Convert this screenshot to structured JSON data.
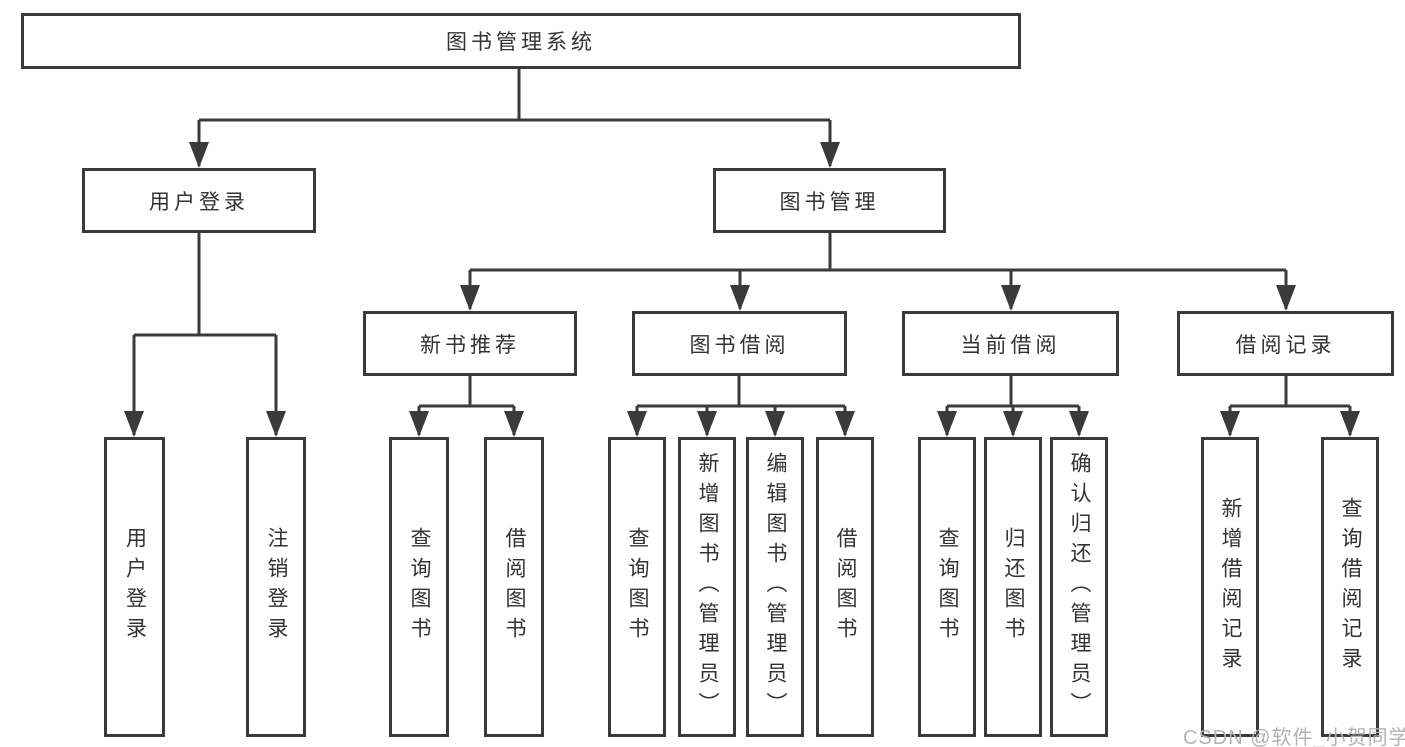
{
  "title": "图书管理系统",
  "watermark": "CSDN @软件_小贺同学",
  "colors": {
    "line": "#3a3a3a",
    "text": "#333333",
    "box_bg": "#ffffff",
    "page_bg": "#ffffff",
    "watermark": "#b3b3b3"
  },
  "tree": {
    "label": "图书管理系统",
    "children": [
      {
        "label": "用户登录",
        "children": [
          {
            "label": "用户登录"
          },
          {
            "label": "注销登录"
          }
        ]
      },
      {
        "label": "图书管理",
        "children": [
          {
            "label": "新书推荐",
            "children": [
              {
                "label": "查询图书"
              },
              {
                "label": "借阅图书"
              }
            ]
          },
          {
            "label": "图书借阅",
            "children": [
              {
                "label": "查询图书"
              },
              {
                "label": "新增图书（管理员）"
              },
              {
                "label": "编辑图书（管理员）"
              },
              {
                "label": "借阅图书"
              }
            ]
          },
          {
            "label": "当前借阅",
            "children": [
              {
                "label": "查询图书"
              },
              {
                "label": "归还图书"
              },
              {
                "label": "确认归还（管理员）"
              }
            ]
          },
          {
            "label": "借阅记录",
            "children": [
              {
                "label": "新增借阅记录"
              },
              {
                "label": "查询借阅记录"
              }
            ]
          }
        ]
      }
    ]
  }
}
